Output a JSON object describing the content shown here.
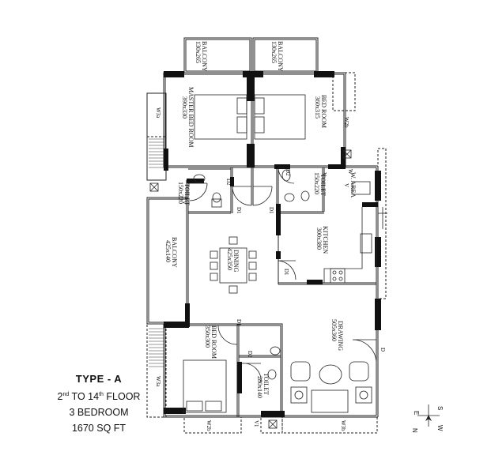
{
  "info": {
    "type": "TYPE - A",
    "floor_from": "2",
    "floor_from_sup": "nd",
    "floor_mid": " TO 14",
    "floor_to_sup": "th",
    "floor_end": " FLOOR",
    "bedrooms": "3 BEDROOM",
    "area": "1670 SQ FT"
  },
  "rooms": {
    "balcony_left_top": "BALCONY",
    "balcony_left_top_dim": "130x265",
    "balcony_right_top": "BALCONY",
    "balcony_right_top_dim": "130x265",
    "master_bed": "MASTER BED ROOM",
    "master_bed_dim": "390x330",
    "bed_right": "BED ROOM",
    "bed_right_dim": "360x315",
    "toilet_left": "TOILET",
    "toilet_left_dim": "150x220",
    "toilet_right": "TOILET",
    "toilet_right_dim": "150x220",
    "w_area": "W. AREA",
    "kitchen": "KITCHEN",
    "kitchen_dim": "300x380",
    "balcony_mid": "BALCONY",
    "balcony_mid_dim": "425x140",
    "dining": "DINING",
    "dining_dim": "425x350",
    "bed_bottom": "BED ROOM",
    "bed_bottom_dim": "350x300",
    "toilet_bottom": "TOILET",
    "toilet_bottom_dim": "280x140",
    "drawing": "DRAWING",
    "drawing_dim": "505x360"
  },
  "openings": {
    "w3a_top": "W3a",
    "w2b_top": "W2b",
    "d2_left": "D2",
    "d1_left": "D1",
    "d1_mid": "D1",
    "d2_right": "D2",
    "v_toilet_right": "V",
    "v_warea": "V",
    "w_warea": "W",
    "d1_kitchen": "D1",
    "v_balcony": "V",
    "d1_bottom": "D1",
    "d2_bottom": "D2",
    "d_main": "D",
    "w3a_bottom": "W3a",
    "w2b_bottom": "W2b",
    "v1_bottom": "V1",
    "w3b_bottom": "W3b"
  },
  "compass": {
    "n": "N",
    "s": "S",
    "e": "E",
    "w": "W"
  }
}
